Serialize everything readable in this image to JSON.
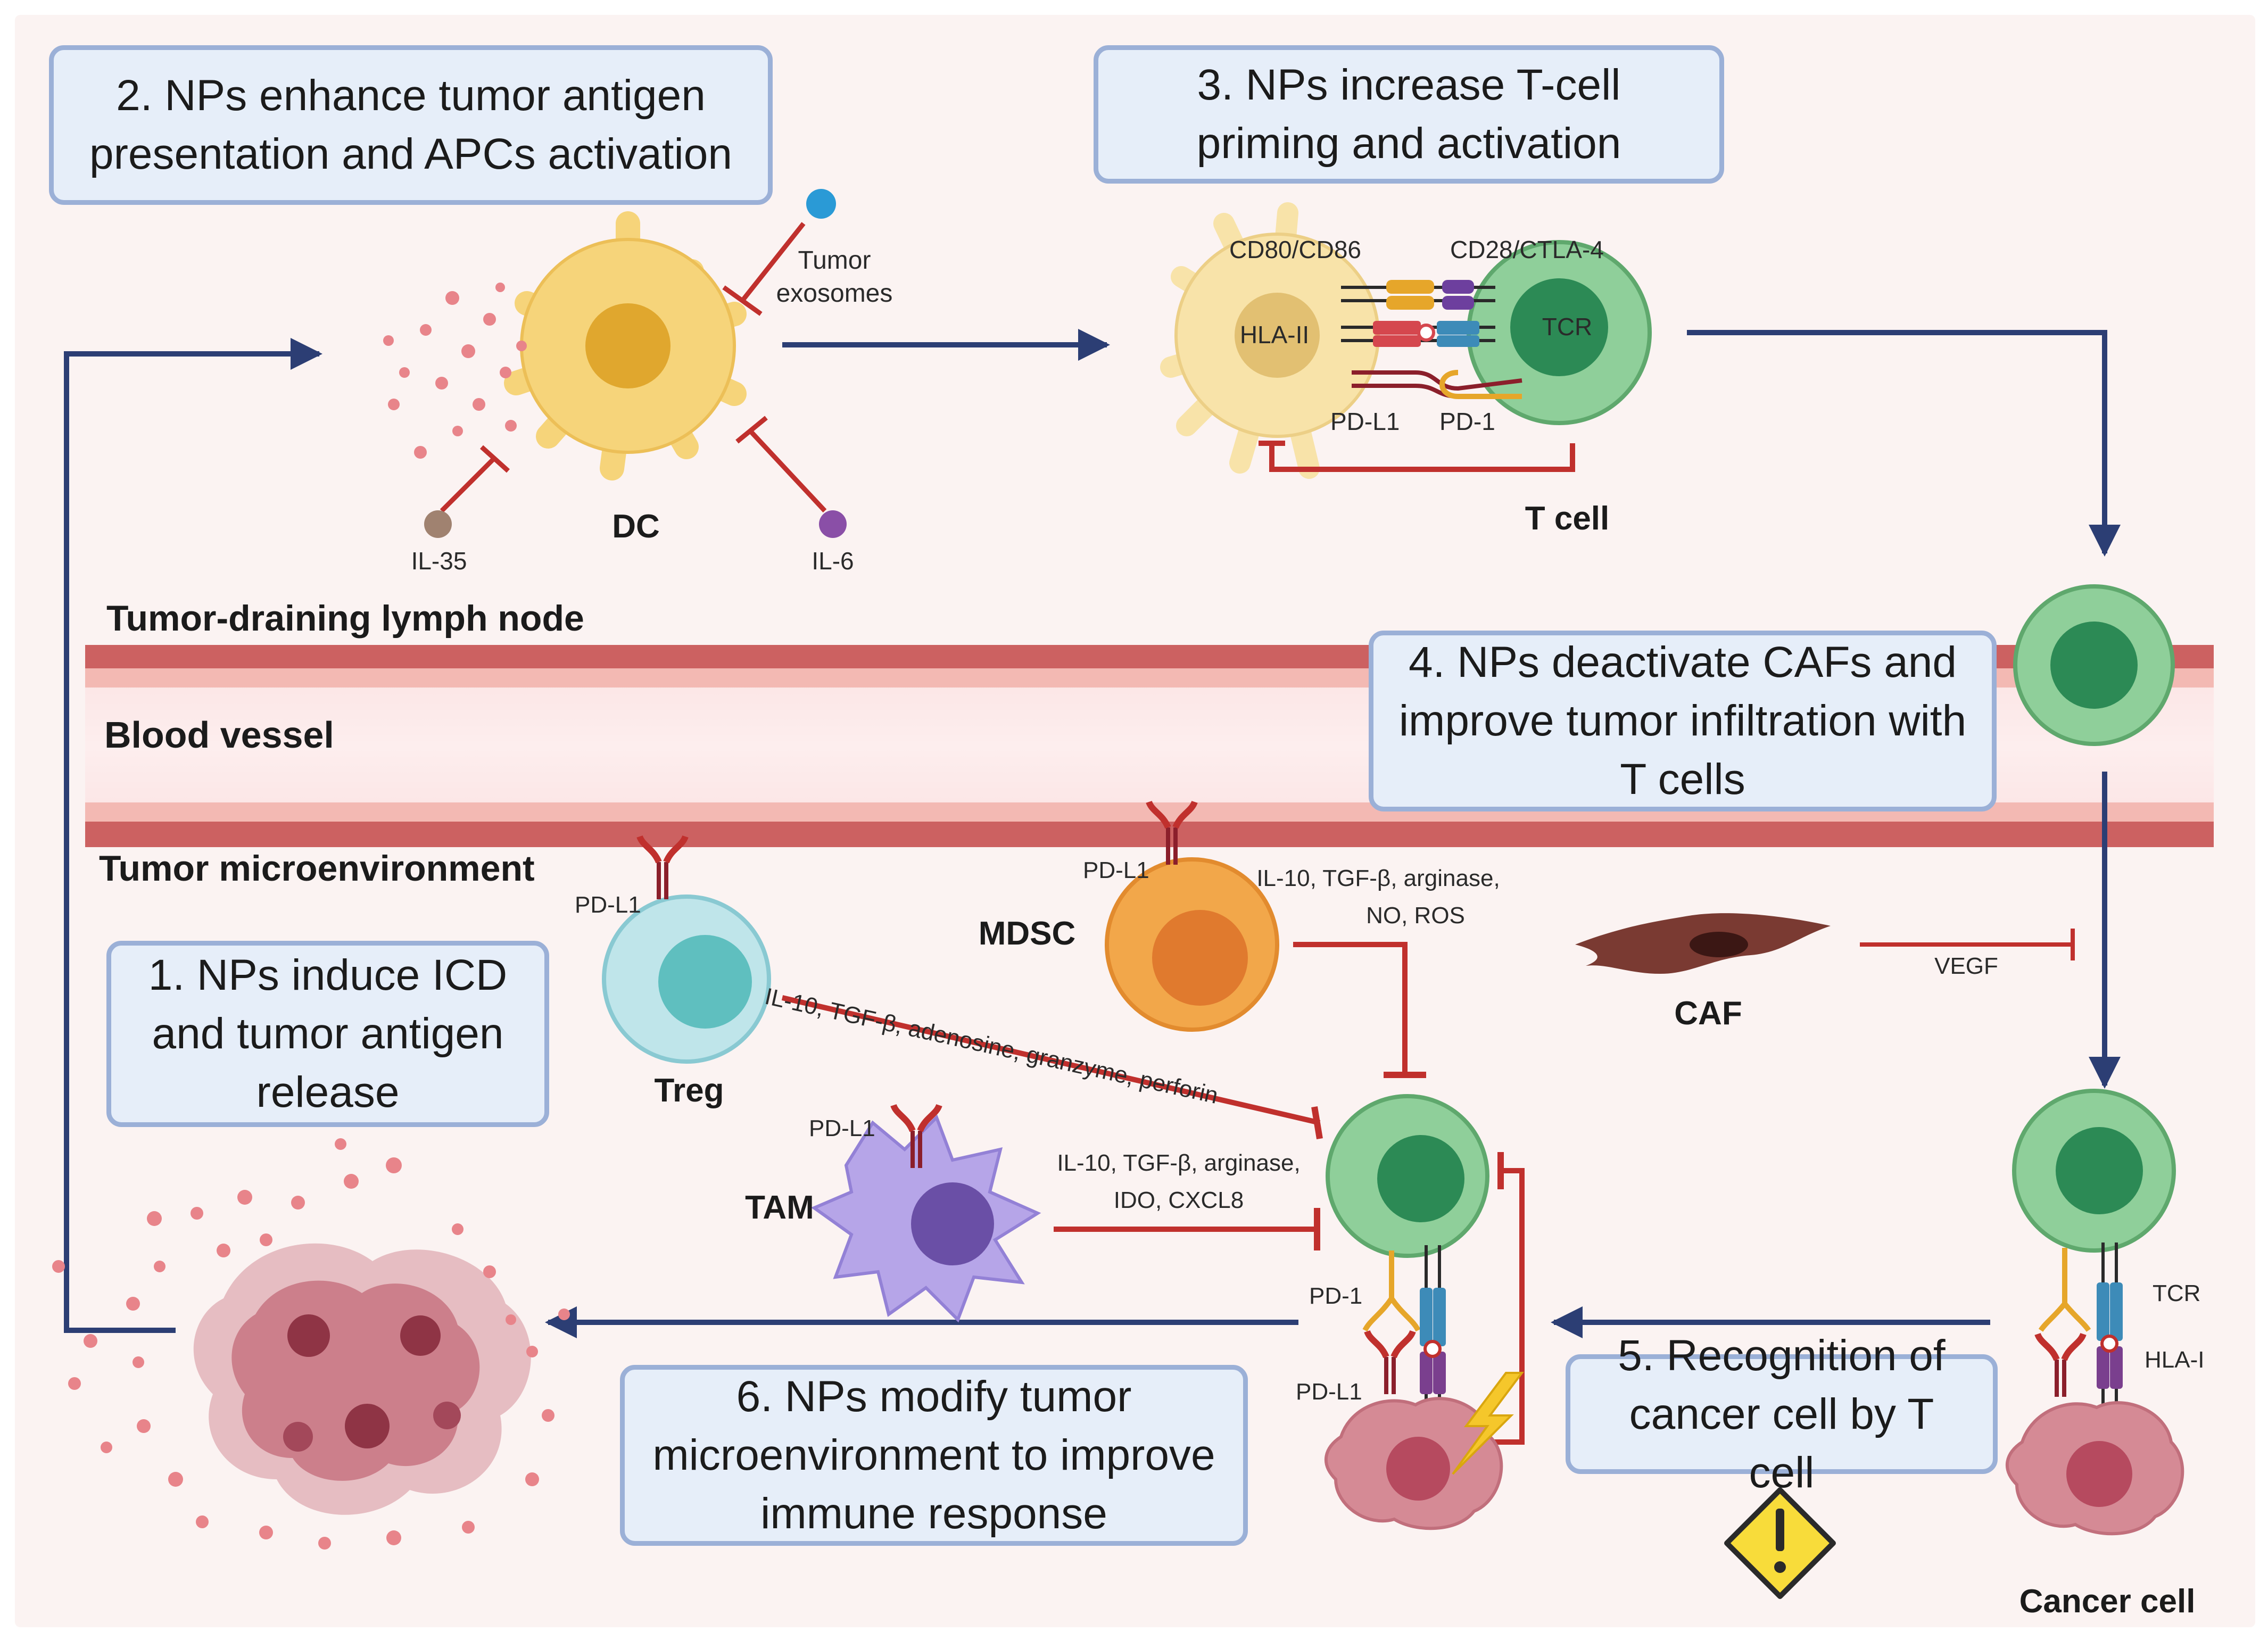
{
  "steps": {
    "s1": "1. NPs induce ICD and tumor antigen release",
    "s2": "2. NPs enhance tumor antigen presentation and APCs activation",
    "s3": "3. NPs increase T-cell priming and activation",
    "s4": "4. NPs deactivate CAFs and improve tumor infiltration with T cells",
    "s5": "5. Recognition of cancer cell by T cell",
    "s6": "6. NPs modify tumor microenvironment to improve immune response"
  },
  "regions": {
    "lymph_node": "Tumor-draining lymph node",
    "blood_vessel": "Blood vessel",
    "tme": "Tumor microenvironment"
  },
  "cells": {
    "dc": "DC",
    "t_cell": "T cell",
    "treg": "Treg",
    "mdsc": "MDSC",
    "tam": "TAM",
    "caf": "CAF",
    "cancer_cell": "Cancer cell"
  },
  "molecules": {
    "tumor_exosomes": "Tumor exosomes",
    "il35": "IL-35",
    "il6": "IL-6",
    "cd80_cd86": "CD80/CD86",
    "cd28_ctla4": "CD28/CTLA-4",
    "hla_ii": "HLA-II",
    "tcr": "TCR",
    "pd_l1": "PD-L1",
    "pd_1": "PD-1",
    "hla_i": "HLA-I",
    "vegf": "VEGF",
    "treg_factors": "IL-10, TGF-β, adenosine, granzyme, perforin",
    "mdsc_factors_1": "IL-10, TGF-β, arginase,",
    "mdsc_factors_2": "NO, ROS",
    "tam_factors_1": "IL-10, TGF-β, arginase,",
    "tam_factors_2": "IDO, CXCL8"
  },
  "icons": {
    "warning": "warning-icon",
    "lightning": "lightning-icon"
  },
  "colors": {
    "arrow_navy": "#2c3e74",
    "inhibit_red": "#c0302d",
    "t_cell_green": "#8fcf9a",
    "dc_yellow": "#f6d47a",
    "vessel_red": "#cc6161",
    "box_fill": "#e6eef9",
    "box_border": "#9bb0d7"
  }
}
